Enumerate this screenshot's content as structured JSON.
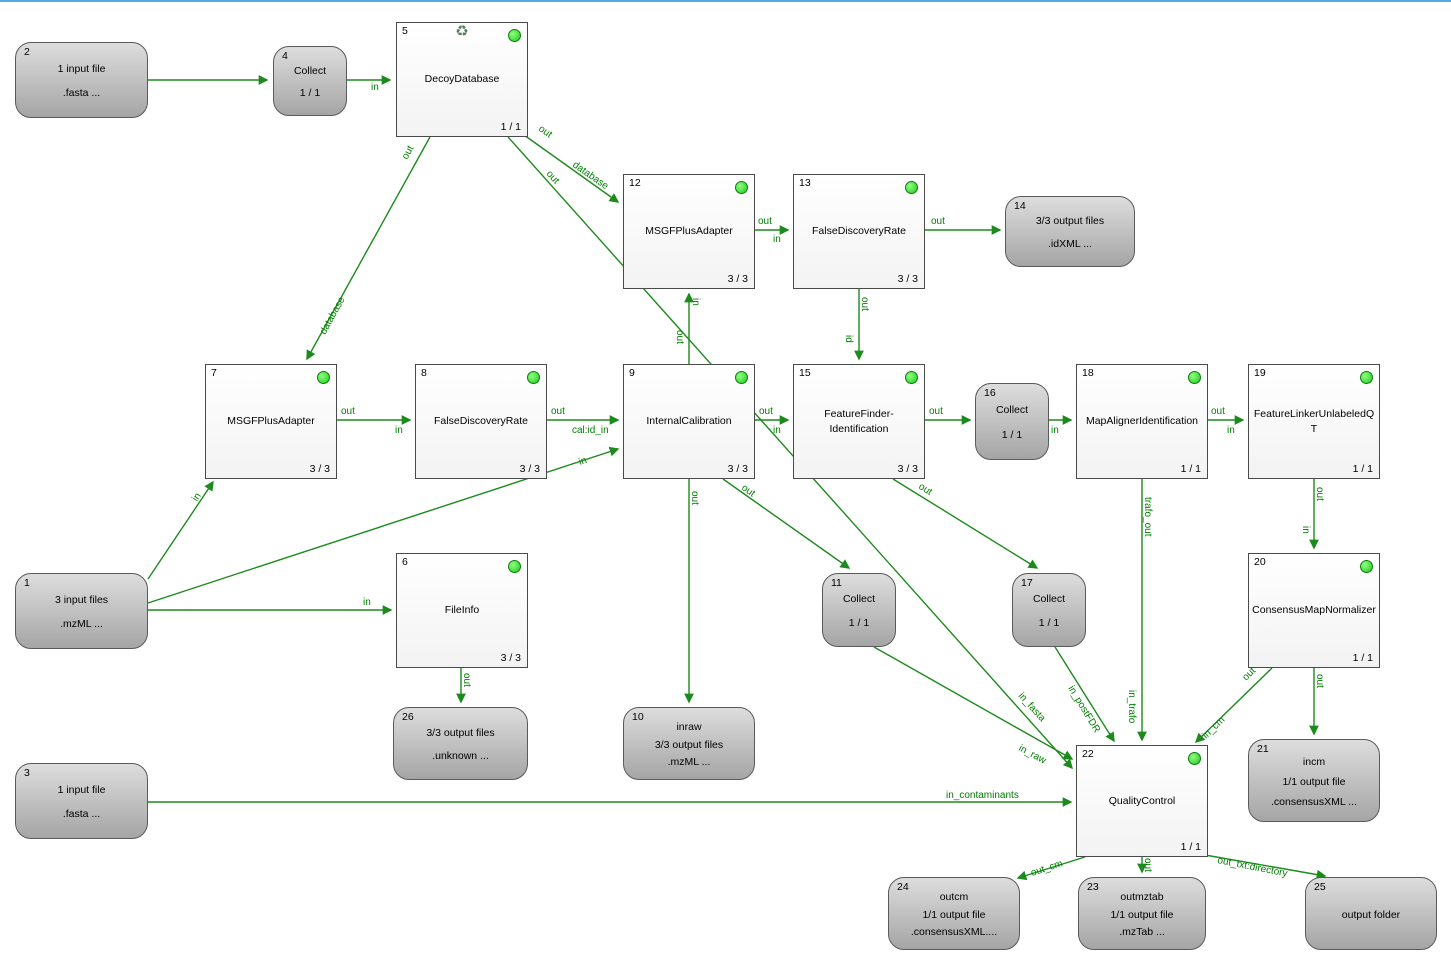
{
  "colors": {
    "edge": "#1d8a1d",
    "edge_label": "#007d00",
    "status_ok": "#1dc91d",
    "io_fill": "#bcbcbc",
    "tool_fill": "#ffffff",
    "top_bar": "#55a8e0"
  },
  "icons": {
    "recycle_icon": "♻"
  },
  "nodes": {
    "n1": {
      "num": "1",
      "lines": [
        "3 input files",
        ".mzML ..."
      ]
    },
    "n2": {
      "num": "2",
      "lines": [
        "1 input file",
        ".fasta ..."
      ]
    },
    "n3": {
      "num": "3",
      "lines": [
        "1 input file",
        ".fasta ..."
      ]
    },
    "n4": {
      "num": "4",
      "lines": [
        "Collect",
        "1 / 1"
      ]
    },
    "n5": {
      "num": "5",
      "name": "DecoyDatabase",
      "count": "1 / 1"
    },
    "n6": {
      "num": "6",
      "name": "FileInfo",
      "count": "3 / 3"
    },
    "n7": {
      "num": "7",
      "name": "MSGFPlusAdapter",
      "count": "3 / 3"
    },
    "n8": {
      "num": "8",
      "name": "FalseDiscoveryRate",
      "count": "3 / 3"
    },
    "n9": {
      "num": "9",
      "name": "InternalCalibration",
      "count": "3 / 3"
    },
    "n10": {
      "num": "10",
      "lines": [
        "inraw",
        "3/3 output files",
        ".mzML ..."
      ]
    },
    "n11": {
      "num": "11",
      "lines": [
        "Collect",
        "1 / 1"
      ]
    },
    "n12": {
      "num": "12",
      "name": "MSGFPlusAdapter",
      "count": "3 / 3"
    },
    "n13": {
      "num": "13",
      "name": "FalseDiscoveryRate",
      "count": "3 / 3"
    },
    "n14": {
      "num": "14",
      "lines": [
        "3/3 output files",
        ".idXML ..."
      ]
    },
    "n15": {
      "num": "15",
      "name": "FeatureFinder-Identification",
      "count": "3 / 3"
    },
    "n16": {
      "num": "16",
      "lines": [
        "Collect",
        "1 / 1"
      ]
    },
    "n17": {
      "num": "17",
      "lines": [
        "Collect",
        "1 / 1"
      ]
    },
    "n18": {
      "num": "18",
      "name": "MapAlignerIdentification",
      "count": "1 / 1"
    },
    "n19": {
      "num": "19",
      "name": "FeatureLinkerUnlabeledQT",
      "count": "1 / 1"
    },
    "n20": {
      "num": "20",
      "name": "ConsensusMapNormalizer",
      "count": "1 / 1"
    },
    "n21": {
      "num": "21",
      "lines": [
        "incm",
        "1/1 output file",
        ".consensusXML ..."
      ]
    },
    "n22": {
      "num": "22",
      "name": "QualityControl",
      "count": "1 / 1"
    },
    "n23": {
      "num": "23",
      "lines": [
        "outmztab",
        "1/1 output file",
        ".mzTab ..."
      ]
    },
    "n24": {
      "num": "24",
      "lines": [
        "outcm",
        "1/1 output file",
        ".consensusXML...."
      ]
    },
    "n25": {
      "num": "25",
      "lines": [
        "output folder"
      ]
    },
    "n26": {
      "num": "26",
      "lines": [
        "3/3 output files",
        ".unknown ..."
      ]
    }
  },
  "edges": {
    "e2_4": {},
    "e4_5": {
      "in": "in"
    },
    "e5_7": {
      "out": "out",
      "in": "database"
    },
    "e5_12": {
      "out": "out",
      "in": "database"
    },
    "e5_22": {
      "out": "out",
      "in": "in_fasta"
    },
    "e12_13": {
      "out": "out",
      "in": "in"
    },
    "e13_14": {
      "out": "out"
    },
    "e13_15": {
      "out": "out",
      "in": "id"
    },
    "e7_8": {
      "out": "out",
      "in": "in"
    },
    "e8_9": {
      "out": "out",
      "in": "cal:id_in"
    },
    "e9_12": {
      "out": "out",
      "in": "in"
    },
    "e9_15": {
      "out": "out",
      "in": "in"
    },
    "e9_10": {
      "out": "out"
    },
    "e9_11": {
      "out": "out"
    },
    "e15_16": {
      "out": "out"
    },
    "e16_18": {
      "in": "in"
    },
    "e18_19": {
      "out": "out",
      "in": "in"
    },
    "e19_20": {
      "out": "out",
      "in": "in"
    },
    "e18_22": {
      "out": "trafo_out",
      "in": "in_trafo"
    },
    "e20_21": {
      "out": "out"
    },
    "e20_22": {
      "out": "out",
      "in": "in_cm"
    },
    "e11_22": {
      "in": "in_raw"
    },
    "e17_22": {
      "in": "in_postFDR"
    },
    "e15_17": {
      "out": "out"
    },
    "e3_22": {
      "in": "in_contaminants"
    },
    "e1_7": {
      "in": "in"
    },
    "e1_9": {
      "in": "in"
    },
    "e1_6": {
      "in": "in"
    },
    "e6_26": {
      "out": "out"
    },
    "e22_24": {
      "out": "out_cm"
    },
    "e22_23": {
      "out": "out"
    },
    "e22_25": {
      "out": "out_txt:directory"
    }
  }
}
